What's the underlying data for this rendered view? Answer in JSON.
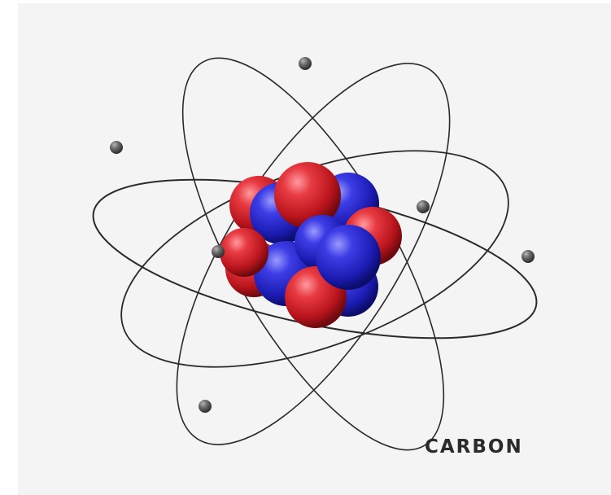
{
  "element": {
    "name": "CARBON"
  },
  "atom": {
    "nucleus": {
      "protons": 6,
      "neutrons": 6,
      "proton_color": "#d8252d",
      "neutron_color": "#2a2ad6"
    },
    "electrons": {
      "count": 6,
      "color": "#606060"
    },
    "orbit_count": 4,
    "orbit_color": "#2a2a2a"
  },
  "colors": {
    "background": "#f4f4f4",
    "label": "#2b2b2b"
  }
}
